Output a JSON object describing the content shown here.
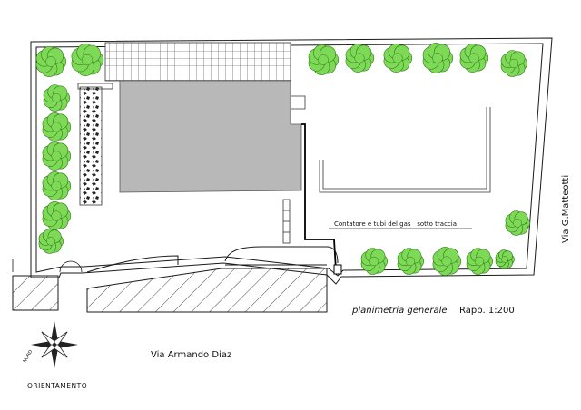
{
  "plan": {
    "caption": "planimetria generale",
    "scale": "Rapp. 1:200",
    "gas_note": "Contatore e tubi del gas   sotto traccia",
    "street_bottom": "Via Armando Diaz",
    "street_right": "Via G.Matteotti",
    "compass_north": "NORD",
    "compass_caption": "ORIENTAMENTO"
  },
  "colors": {
    "line": "#1a1a1a",
    "building": "#b8b8b8",
    "tree": "#7ed957",
    "tree_outline": "#2f7a1a",
    "gas_line": "#000000"
  },
  "icons": {
    "compass": "compass-rose-icon",
    "tree": "tree-icon"
  }
}
